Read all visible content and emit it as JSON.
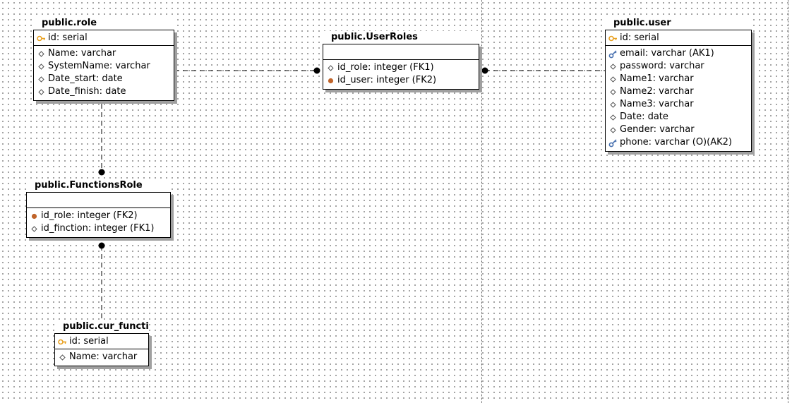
{
  "entities": {
    "role": {
      "title": "public.role",
      "pk": [
        {
          "text": "id: serial",
          "icon": "key-icon"
        }
      ],
      "attrs": [
        {
          "text": "Name: varchar",
          "icon": "column-icon"
        },
        {
          "text": "SystemName: varchar",
          "icon": "column-icon"
        },
        {
          "text": "Date_start: date",
          "icon": "column-icon"
        },
        {
          "text": "Date_finish: date",
          "icon": "column-icon"
        }
      ]
    },
    "userroles": {
      "title": "public.UserRoles",
      "pk": [],
      "attrs": [
        {
          "text": "id_role: integer (FK1)",
          "icon": "column-icon"
        },
        {
          "text": "id_user: integer (FK2)",
          "icon": "foreign-key-icon"
        }
      ]
    },
    "user": {
      "title": "public.user",
      "pk": [
        {
          "text": "id: serial",
          "icon": "key-icon"
        }
      ],
      "attrs": [
        {
          "text": "email: varchar (AK1)",
          "icon": "alternate-key-icon"
        },
        {
          "text": "password: varchar",
          "icon": "column-icon"
        },
        {
          "text": "Name1: varchar",
          "icon": "column-icon"
        },
        {
          "text": "Name2: varchar",
          "icon": "column-icon"
        },
        {
          "text": "Name3: varchar",
          "icon": "column-icon"
        },
        {
          "text": "Date: date",
          "icon": "column-icon"
        },
        {
          "text": "Gender: varchar",
          "icon": "column-icon"
        },
        {
          "text": "phone: varchar (O)(AK2)",
          "icon": "alternate-key-icon"
        }
      ]
    },
    "functionsrole": {
      "title": "public.FunctionsRole",
      "pk": [],
      "attrs": [
        {
          "text": "id_role: integer (FK2)",
          "icon": "foreign-key-icon"
        },
        {
          "text": "id_finction: integer (FK1)",
          "icon": "column-icon"
        }
      ]
    },
    "cur_functi": {
      "title": "public.cur_functi",
      "pk": [
        {
          "text": "id: serial",
          "icon": "key-icon"
        }
      ],
      "attrs": [
        {
          "text": "Name: varchar",
          "icon": "column-icon"
        }
      ]
    }
  },
  "relationships": [
    {
      "from": "role",
      "to": "userroles",
      "line": "dashed",
      "end": "filled-dot"
    },
    {
      "from": "user",
      "to": "userroles",
      "line": "dashed",
      "end": "filled-dot"
    },
    {
      "from": "role",
      "to": "functionsrole",
      "line": "dashed",
      "end": "filled-dot"
    },
    {
      "from": "cur_functi",
      "to": "functionsrole",
      "line": "dashed",
      "end": "filled-dot"
    }
  ],
  "colors": {
    "key": "#e8a020",
    "alternate_key": "#4a72b0",
    "foreign_key": "#c0642a",
    "line": "#000000",
    "shadow": "#a0a0a0"
  }
}
